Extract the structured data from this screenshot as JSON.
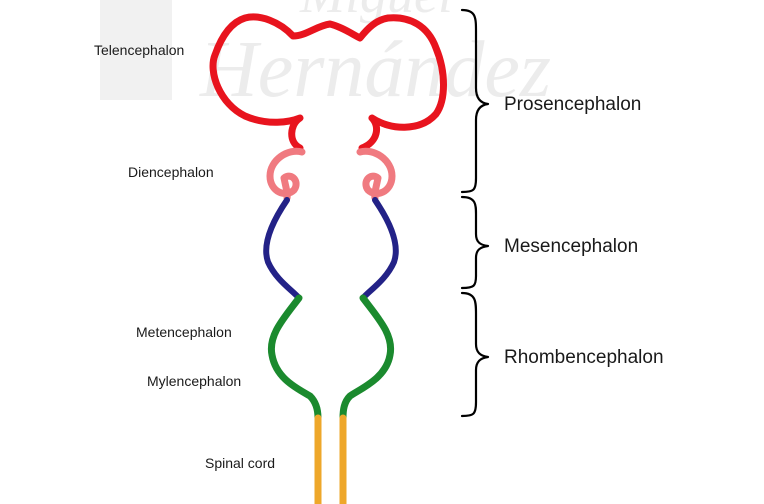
{
  "watermark": {
    "line1": "Miguel",
    "line2": "Hernández",
    "text_color": "#ececec"
  },
  "colors": {
    "telencephalon": "#e8141e",
    "diencephalon": "#f07a80",
    "mesencephalon": "#232287",
    "rhombencephalon": "#1b8a2e",
    "spinal_cord": "#eea72a",
    "text": "#1a1a1a",
    "brace": "#000000"
  },
  "labels": {
    "telencephalon": "Telencephalon",
    "diencephalon": "Diencephalon",
    "metencephalon": "Metencephalon",
    "mylencephalon": "Mylencephalon",
    "spinal_cord": "Spinal cord"
  },
  "divisions": {
    "prosencephalon": "Prosencephalon",
    "mesencephalon": "Mesencephalon",
    "rhombencephalon": "Rhombencephalon"
  }
}
